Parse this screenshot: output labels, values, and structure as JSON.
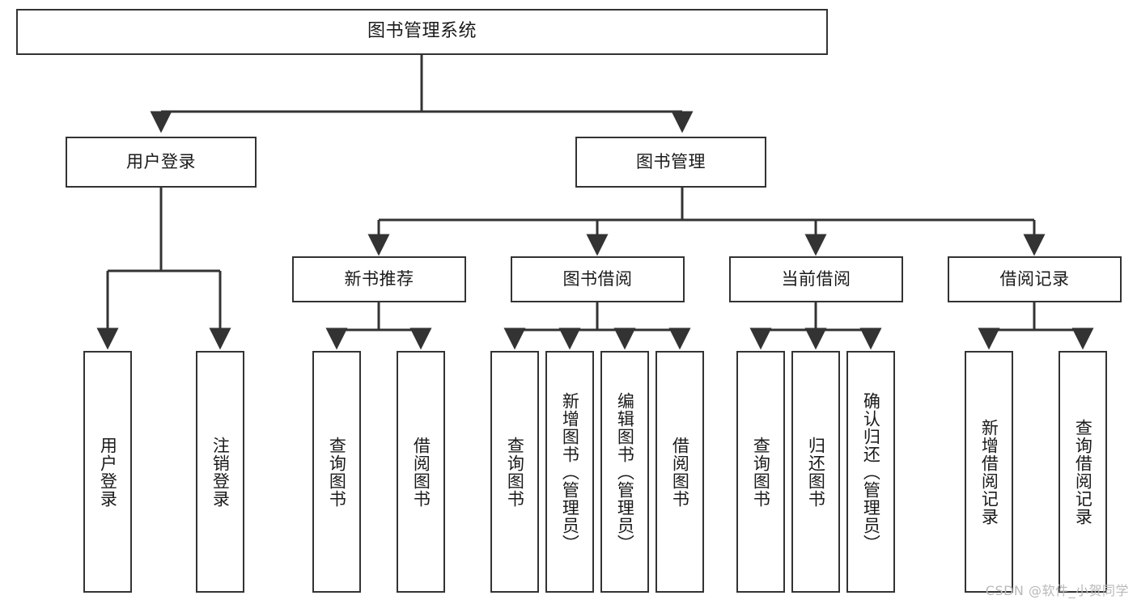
{
  "diagram": {
    "title": "图书管理系统",
    "watermark": "CSDN @软件_小贺同学",
    "colors": {
      "background": "#ffffff",
      "node_border": "#333333",
      "node_fill": "#ffffff",
      "edge": "#333333",
      "text": "#1a1a1a",
      "watermark": "#b9b9b9"
    },
    "nodes": {
      "root": {
        "label": "图书管理系统"
      },
      "level1": [
        {
          "label": "用户登录"
        },
        {
          "label": "图书管理"
        }
      ],
      "level2": [
        {
          "label": "新书推荐"
        },
        {
          "label": "图书借阅"
        },
        {
          "label": "当前借阅"
        },
        {
          "label": "借阅记录"
        }
      ],
      "leaves_user_login": [
        {
          "label": "用户登录"
        },
        {
          "label": "注销登录"
        }
      ],
      "leaves_new_book": [
        {
          "label": "查询图书"
        },
        {
          "label": "借阅图书"
        }
      ],
      "leaves_borrow": [
        {
          "label": "查询图书"
        },
        {
          "label": "新增图书（管理员）"
        },
        {
          "label": "编辑图书（管理员）"
        },
        {
          "label": "借阅图书"
        }
      ],
      "leaves_current": [
        {
          "label": "查询图书"
        },
        {
          "label": "归还图书"
        },
        {
          "label": "确认归还（管理员）"
        }
      ],
      "leaves_records": [
        {
          "label": "新增借阅记录"
        },
        {
          "label": "查询借阅记录"
        }
      ]
    }
  }
}
